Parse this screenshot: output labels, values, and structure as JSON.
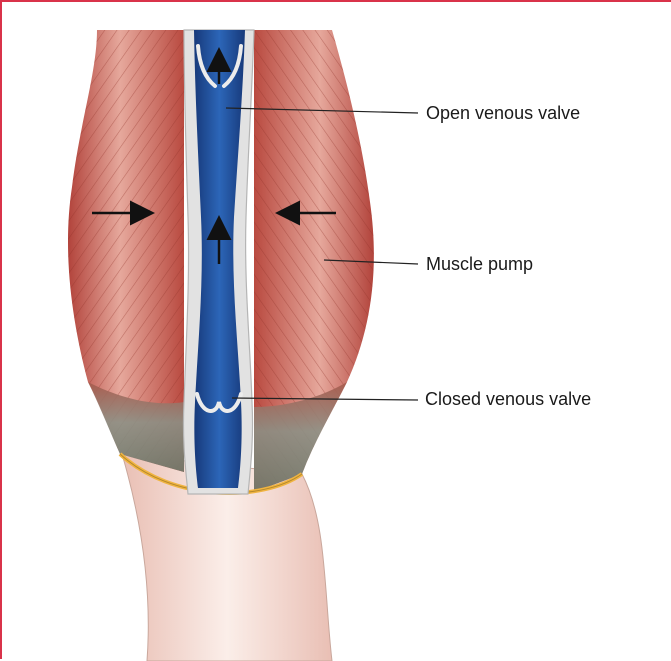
{
  "labels": {
    "open_valve": "Open venous valve",
    "muscle_pump": "Muscle pump",
    "closed_valve": "Closed venous valve"
  },
  "colors": {
    "frame_border": "#d9324a",
    "muscle": "#c8554a",
    "muscle_dark": "#9a3a32",
    "fascia": "#7f8a7a",
    "vein_fill": "#1f4f9a",
    "vein_dark": "#17397a",
    "vein_wall": "#d9d9d9",
    "skin": "#f3d5cc",
    "tendon_band": "#f0b440",
    "pointer_line": "#222222"
  },
  "icons": {
    "compression_arrows": "arrow-right-icon / arrow-left-icon",
    "flow_arrows": "arrow-up-icon"
  }
}
